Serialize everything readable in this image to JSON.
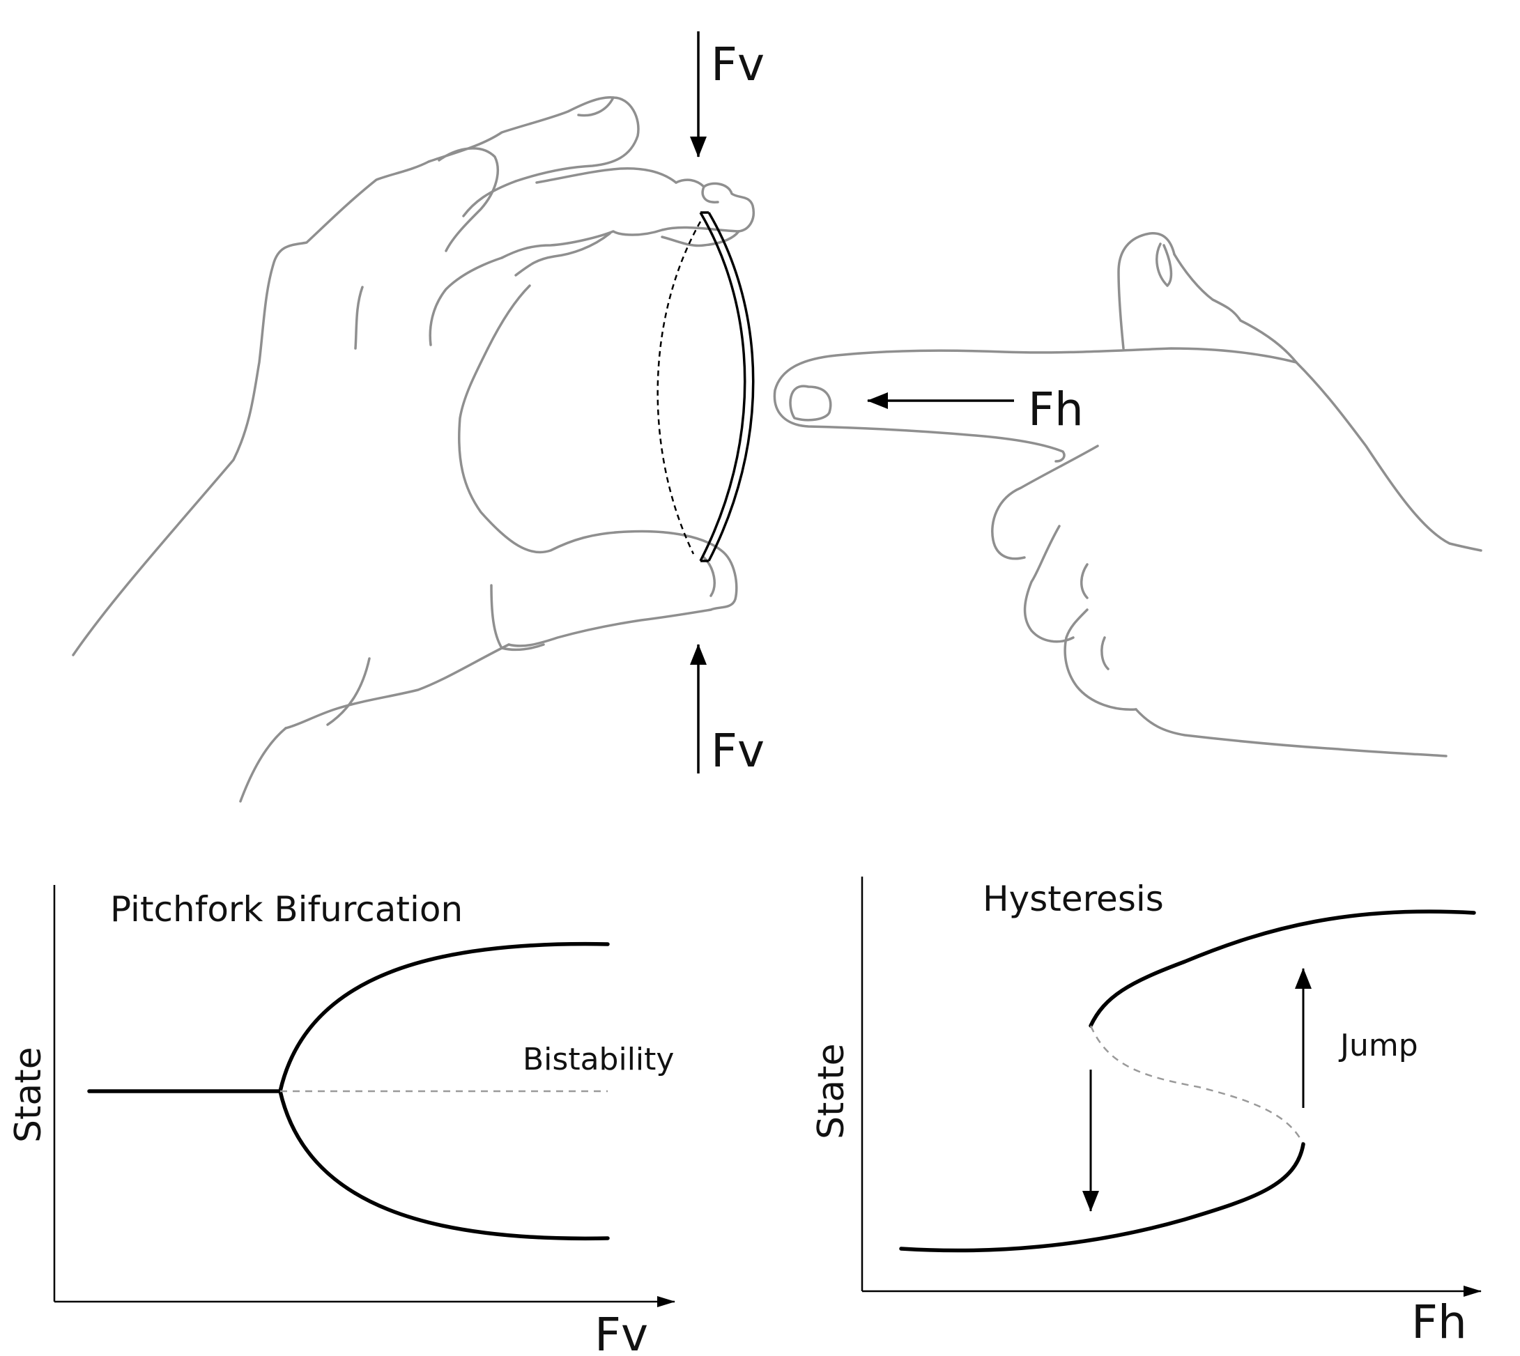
{
  "illustration": {
    "force_top": "Fv",
    "force_bottom": "Fv",
    "force_horizontal": "Fh"
  },
  "pitchfork_panel": {
    "title": "Pitchfork Bifurcation",
    "ylabel": "State",
    "xlabel": "Fv",
    "annotation": "Bistability"
  },
  "hysteresis_panel": {
    "title": "Hysteresis",
    "ylabel": "State",
    "xlabel": "Fh",
    "annotation": "Jump"
  }
}
